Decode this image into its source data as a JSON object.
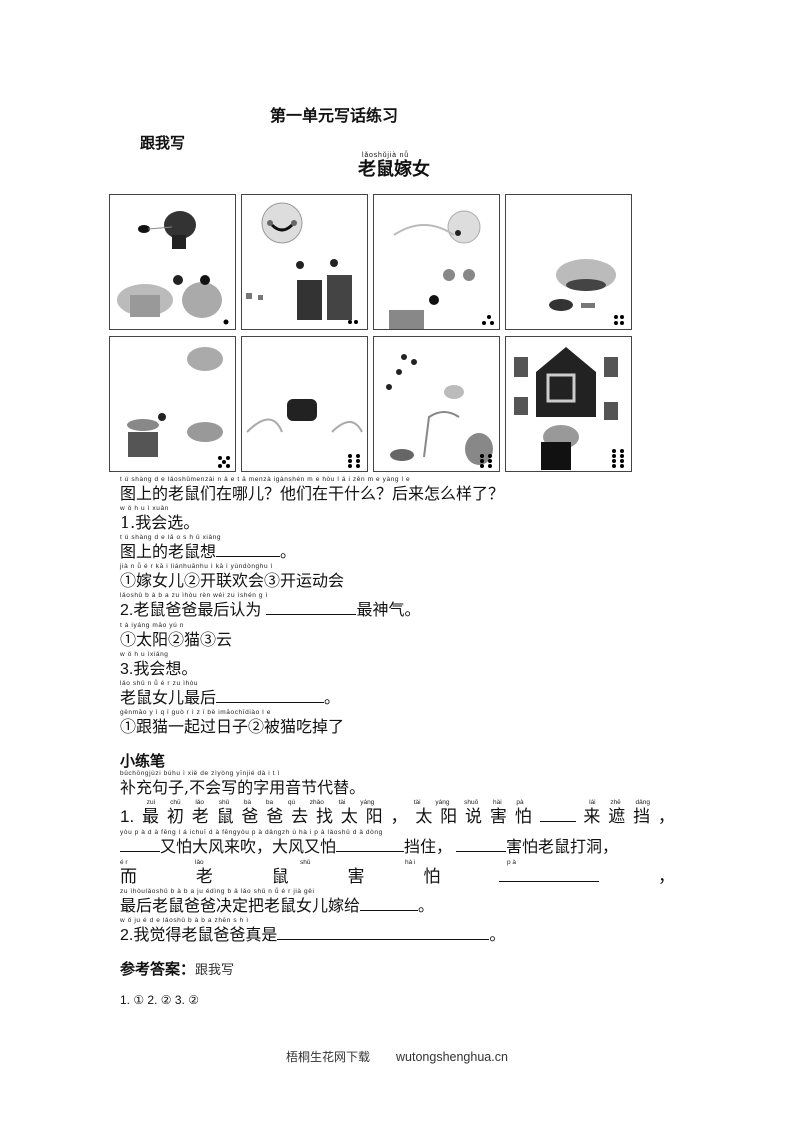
{
  "header": {
    "title": "第一单元写话练习",
    "section_follow": "跟我写",
    "story_title_pinyin": "lǎoshǔjià nǚ",
    "story_title": "老鼠嫁女"
  },
  "picture_grid": {
    "rows": 2,
    "cols": 4,
    "panels": [
      {
        "index": 1,
        "dots": 1,
        "scene": "mouse-father-and-daughter-with-sun"
      },
      {
        "index": 2,
        "dots": 2,
        "scene": "smiling-sun-and-mice"
      },
      {
        "index": 3,
        "dots": 3,
        "scene": "cloud-covering-sun"
      },
      {
        "index": 4,
        "dots": 4,
        "scene": "cloud-and-mice"
      },
      {
        "index": 5,
        "dots": 5,
        "scene": "wind-and-mice"
      },
      {
        "index": 6,
        "dots": 6,
        "scene": "wall-with-hole"
      },
      {
        "index": 7,
        "dots": 6,
        "scene": "mice-running-to-cat"
      },
      {
        "index": 8,
        "dots": 8,
        "scene": "cat-and-house-wedding"
      }
    ]
  },
  "prompt": {
    "pinyin": "t ú shàng d e lǎoshǔmenzài n ǎ  e     t ā menzà igànshén m e     hòu l á i zěn m e yàng l e",
    "text": "图上的老鼠们在哪儿？他们在干什么？后来怎么样了？"
  },
  "q1": {
    "heading_pinyin": "w ǒ h u ì xuǎn",
    "heading": "1.我会选。",
    "stem_pinyin": "t ú shàng d e lǎ o s h ǔ xiǎng",
    "stem_before": "图上的老鼠想",
    "stem_after": "。",
    "options_pinyin": "  jià n ǚ é r      kā i liánhuānhu ì      kā i yùndònghu ì",
    "options": "①嫁女儿②开联欢会③开运动会"
  },
  "q2": {
    "stem_pinyin": "lǎoshǔ b à b a zu ìhòu rèn wéi                              zu ìshén g ì",
    "stem_num": "2.",
    "stem_before": "老鼠爸爸最后认为",
    "stem_after": "最神气。",
    "options_pinyin": "   t à iyáng    māo     yú n",
    "options": "①太阳②猫③云"
  },
  "q3": {
    "heading_pinyin": "  w ǒ h u ìxiǎng",
    "heading_num": "3.",
    "heading": "我会想。",
    "stem_pinyin": "lǎo shǔ n ǚ é r zu ìhòu",
    "stem_before": "老鼠女儿最后",
    "stem_after": "。",
    "options_pinyin": "   gēnmāo y ì  q ǐ guò r ì  z ǐ      bè imāochīdiào l e",
    "options": "①跟猫一起过日子②被猫吃掉了"
  },
  "practice": {
    "heading": "小练笔",
    "instruction_pinyin": "bǔchōngjùzi   búhu ì xiě de zìyòng yīnjié dà i t ì",
    "instruction": "补充句子,不会写的字用音节代替。",
    "item1": {
      "num": "1.",
      "line1_pinyin": [
        "zuì",
        "chū",
        "lǎo",
        "shǔ",
        "bà",
        "ba",
        "qù",
        "zhǎo",
        "tài",
        "yáng",
        "",
        "tài",
        "yáng",
        "shuō",
        "hài",
        "pà",
        "",
        "lái",
        "zhē",
        "dǎng",
        ""
      ],
      "line1_chars": [
        "最",
        "初",
        "老",
        "鼠",
        "爸",
        "爸",
        "去",
        "找",
        "太",
        "阳",
        "，",
        "太",
        "阳",
        "说",
        "害",
        "怕",
        "____",
        "来",
        "遮",
        "挡",
        "，"
      ],
      "line2_pinyin": "          yòu p à d à fēng l á ichuī      d à fēngyòu p à                          dǎngzh ù                hà i p à lǎoshǔ d ǎ dòng",
      "line2_seg1": "又怕大风来吹，大风又怕",
      "line2_seg2": "挡住，",
      "line2_seg3": "害怕老鼠打洞，",
      "line3_pinyin": [
        "é r",
        "lǎo",
        "shǔ",
        "hà i",
        "p à",
        "",
        ""
      ],
      "line3_chars": [
        "而",
        "老",
        "鼠",
        "害",
        "怕",
        "__________",
        "，"
      ],
      "line4_pinyin": "zu ìhòulǎoshǔ b à b a ju édìng b ǎ lǎo shǔ n ǚ é r jià gěi",
      "line4_text": "最后老鼠爸爸决定把老鼠女儿嫁给",
      "line4_end": "。"
    },
    "item2": {
      "pinyin": "  w ǒ ju é d e lǎoshǔ b à b a zhēn s h ì",
      "num": "2.",
      "text": "我觉得老鼠爸爸真是",
      "end": "。"
    }
  },
  "answers": {
    "heading": "参考答案：",
    "sub": "跟我写",
    "line": "1.  ①  2.  ②  3.  ②"
  },
  "footer": {
    "site_name": "梧桐生花网下载",
    "url": "wutongshenghua.cn"
  }
}
